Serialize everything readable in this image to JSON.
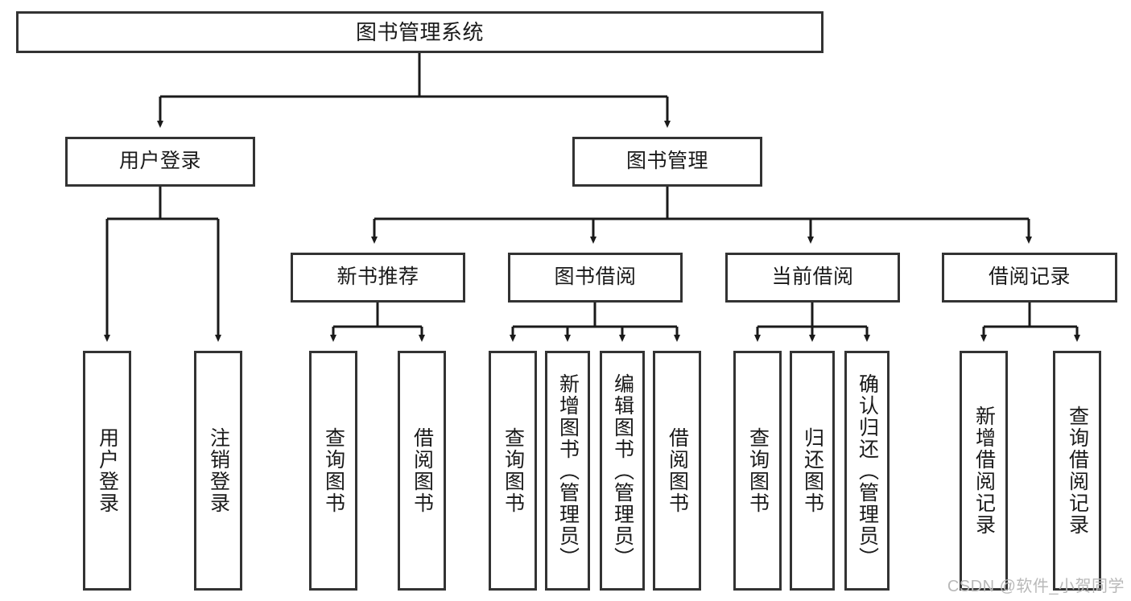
{
  "diagram": {
    "title": "图书管理系统",
    "type": "hierarchy-tree",
    "watermark": "CSDN @软件_小贺同学",
    "colors": {
      "border": "#333333",
      "fill": "#ffffff",
      "text": "#1a1a1a",
      "edge": "#1a1a1a",
      "watermark": "#b9b9b9"
    },
    "nodes": {
      "root": {
        "label": "图书管理系统",
        "level": 1,
        "orientation": "horizontal"
      },
      "l2": [
        {
          "id": "user-login",
          "label": "用户登录",
          "level": 2,
          "orientation": "horizontal"
        },
        {
          "id": "book-manage",
          "label": "图书管理",
          "level": 2,
          "orientation": "horizontal"
        }
      ],
      "l3": [
        {
          "id": "new-book-rec",
          "label": "新书推荐",
          "level": 3,
          "orientation": "horizontal",
          "parent": "book-manage"
        },
        {
          "id": "book-borrow",
          "label": "图书借阅",
          "level": 3,
          "orientation": "horizontal",
          "parent": "book-manage"
        },
        {
          "id": "current-borrow",
          "label": "当前借阅",
          "level": 3,
          "orientation": "horizontal",
          "parent": "book-manage"
        },
        {
          "id": "borrow-record",
          "label": "借阅记录",
          "level": 3,
          "orientation": "horizontal",
          "parent": "book-manage"
        }
      ],
      "leaves": [
        {
          "id": "leaf-user-login",
          "label": "用户登录",
          "parent": "user-login",
          "orientation": "vertical"
        },
        {
          "id": "leaf-user-logout",
          "label": "注销登录",
          "parent": "user-login",
          "orientation": "vertical"
        },
        {
          "id": "leaf-query-book-rec",
          "label": "查询图书",
          "parent": "new-book-rec",
          "orientation": "vertical"
        },
        {
          "id": "leaf-borrow-book-rec",
          "label": "借阅图书",
          "parent": "new-book-rec",
          "orientation": "vertical"
        },
        {
          "id": "leaf-query-book-borrow",
          "label": "查询图书",
          "parent": "book-borrow",
          "orientation": "vertical"
        },
        {
          "id": "leaf-add-book",
          "label": "新增图书（管理员）",
          "parent": "book-borrow",
          "orientation": "vertical"
        },
        {
          "id": "leaf-edit-book",
          "label": "编辑图书（管理员）",
          "parent": "book-borrow",
          "orientation": "vertical"
        },
        {
          "id": "leaf-borrow-book",
          "label": "借阅图书",
          "parent": "book-borrow",
          "orientation": "vertical"
        },
        {
          "id": "leaf-query-book-current",
          "label": "查询图书",
          "parent": "current-borrow",
          "orientation": "vertical"
        },
        {
          "id": "leaf-return-book",
          "label": "归还图书",
          "parent": "current-borrow",
          "orientation": "vertical"
        },
        {
          "id": "leaf-confirm-return",
          "label": "确认归还（管理员）",
          "parent": "current-borrow",
          "orientation": "vertical"
        },
        {
          "id": "leaf-add-record",
          "label": "新增借阅记录",
          "parent": "borrow-record",
          "orientation": "vertical"
        },
        {
          "id": "leaf-query-record",
          "label": "查询借阅记录",
          "parent": "borrow-record",
          "orientation": "vertical"
        }
      ]
    }
  }
}
